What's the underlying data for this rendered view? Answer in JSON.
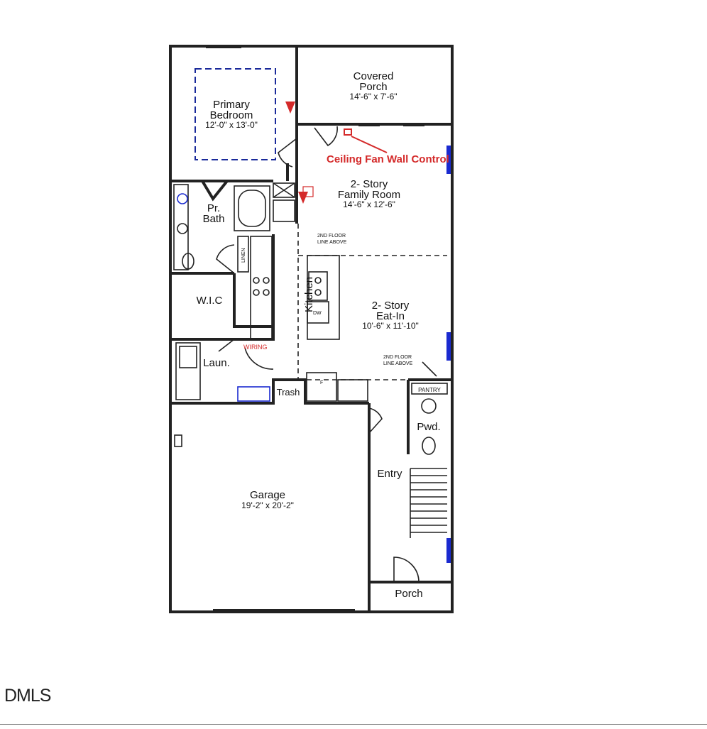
{
  "rooms": {
    "covered_porch": {
      "name_1": "Covered",
      "name_2": "Porch",
      "size": "14'-6\" x 7'-6\""
    },
    "primary_bedroom": {
      "name_1": "Primary",
      "name_2": "Bedroom",
      "size": "12'-0\" x 13'-0\""
    },
    "family_room": {
      "name_1": "2- Story",
      "name_2": "Family Room",
      "size": "14'-6\" x 12'-6\""
    },
    "primary_bath": {
      "name_1": "Pr.",
      "name_2": "Bath"
    },
    "wic": {
      "name": "W.I.C"
    },
    "linen": {
      "name": "LINEN"
    },
    "kitchen": {
      "name": "Kitchen"
    },
    "eat_in": {
      "name_1": "2- Story",
      "name_2": "Eat-In",
      "size": "10'-6\" x 11'-10\""
    },
    "dw": {
      "name": "DW"
    },
    "laundry": {
      "name": "Laun."
    },
    "trash": {
      "name": "Trash"
    },
    "fridge": {
      "name": "F"
    },
    "pantry": {
      "name": "PANTRY"
    },
    "powder": {
      "name": "Pwd."
    },
    "entry": {
      "name": "Entry"
    },
    "garage": {
      "name": "Garage",
      "size": "19'-2\" x 20'-2\""
    },
    "porch": {
      "name": "Porch"
    }
  },
  "notes": {
    "floor_line_1": {
      "line1": "2ND FLOOR",
      "line2": "LINE ABOVE"
    },
    "floor_line_2": {
      "line1": "2ND FLOOR",
      "line2": "LINE ABOVE"
    },
    "ceiling_fan": "Ceiling Fan Wall Control",
    "wiring": "WIRING"
  },
  "watermark": "DMLS",
  "colors": {
    "annotation": "#d42a2a",
    "windows": "#1a2ad0",
    "walls": "#222222"
  }
}
